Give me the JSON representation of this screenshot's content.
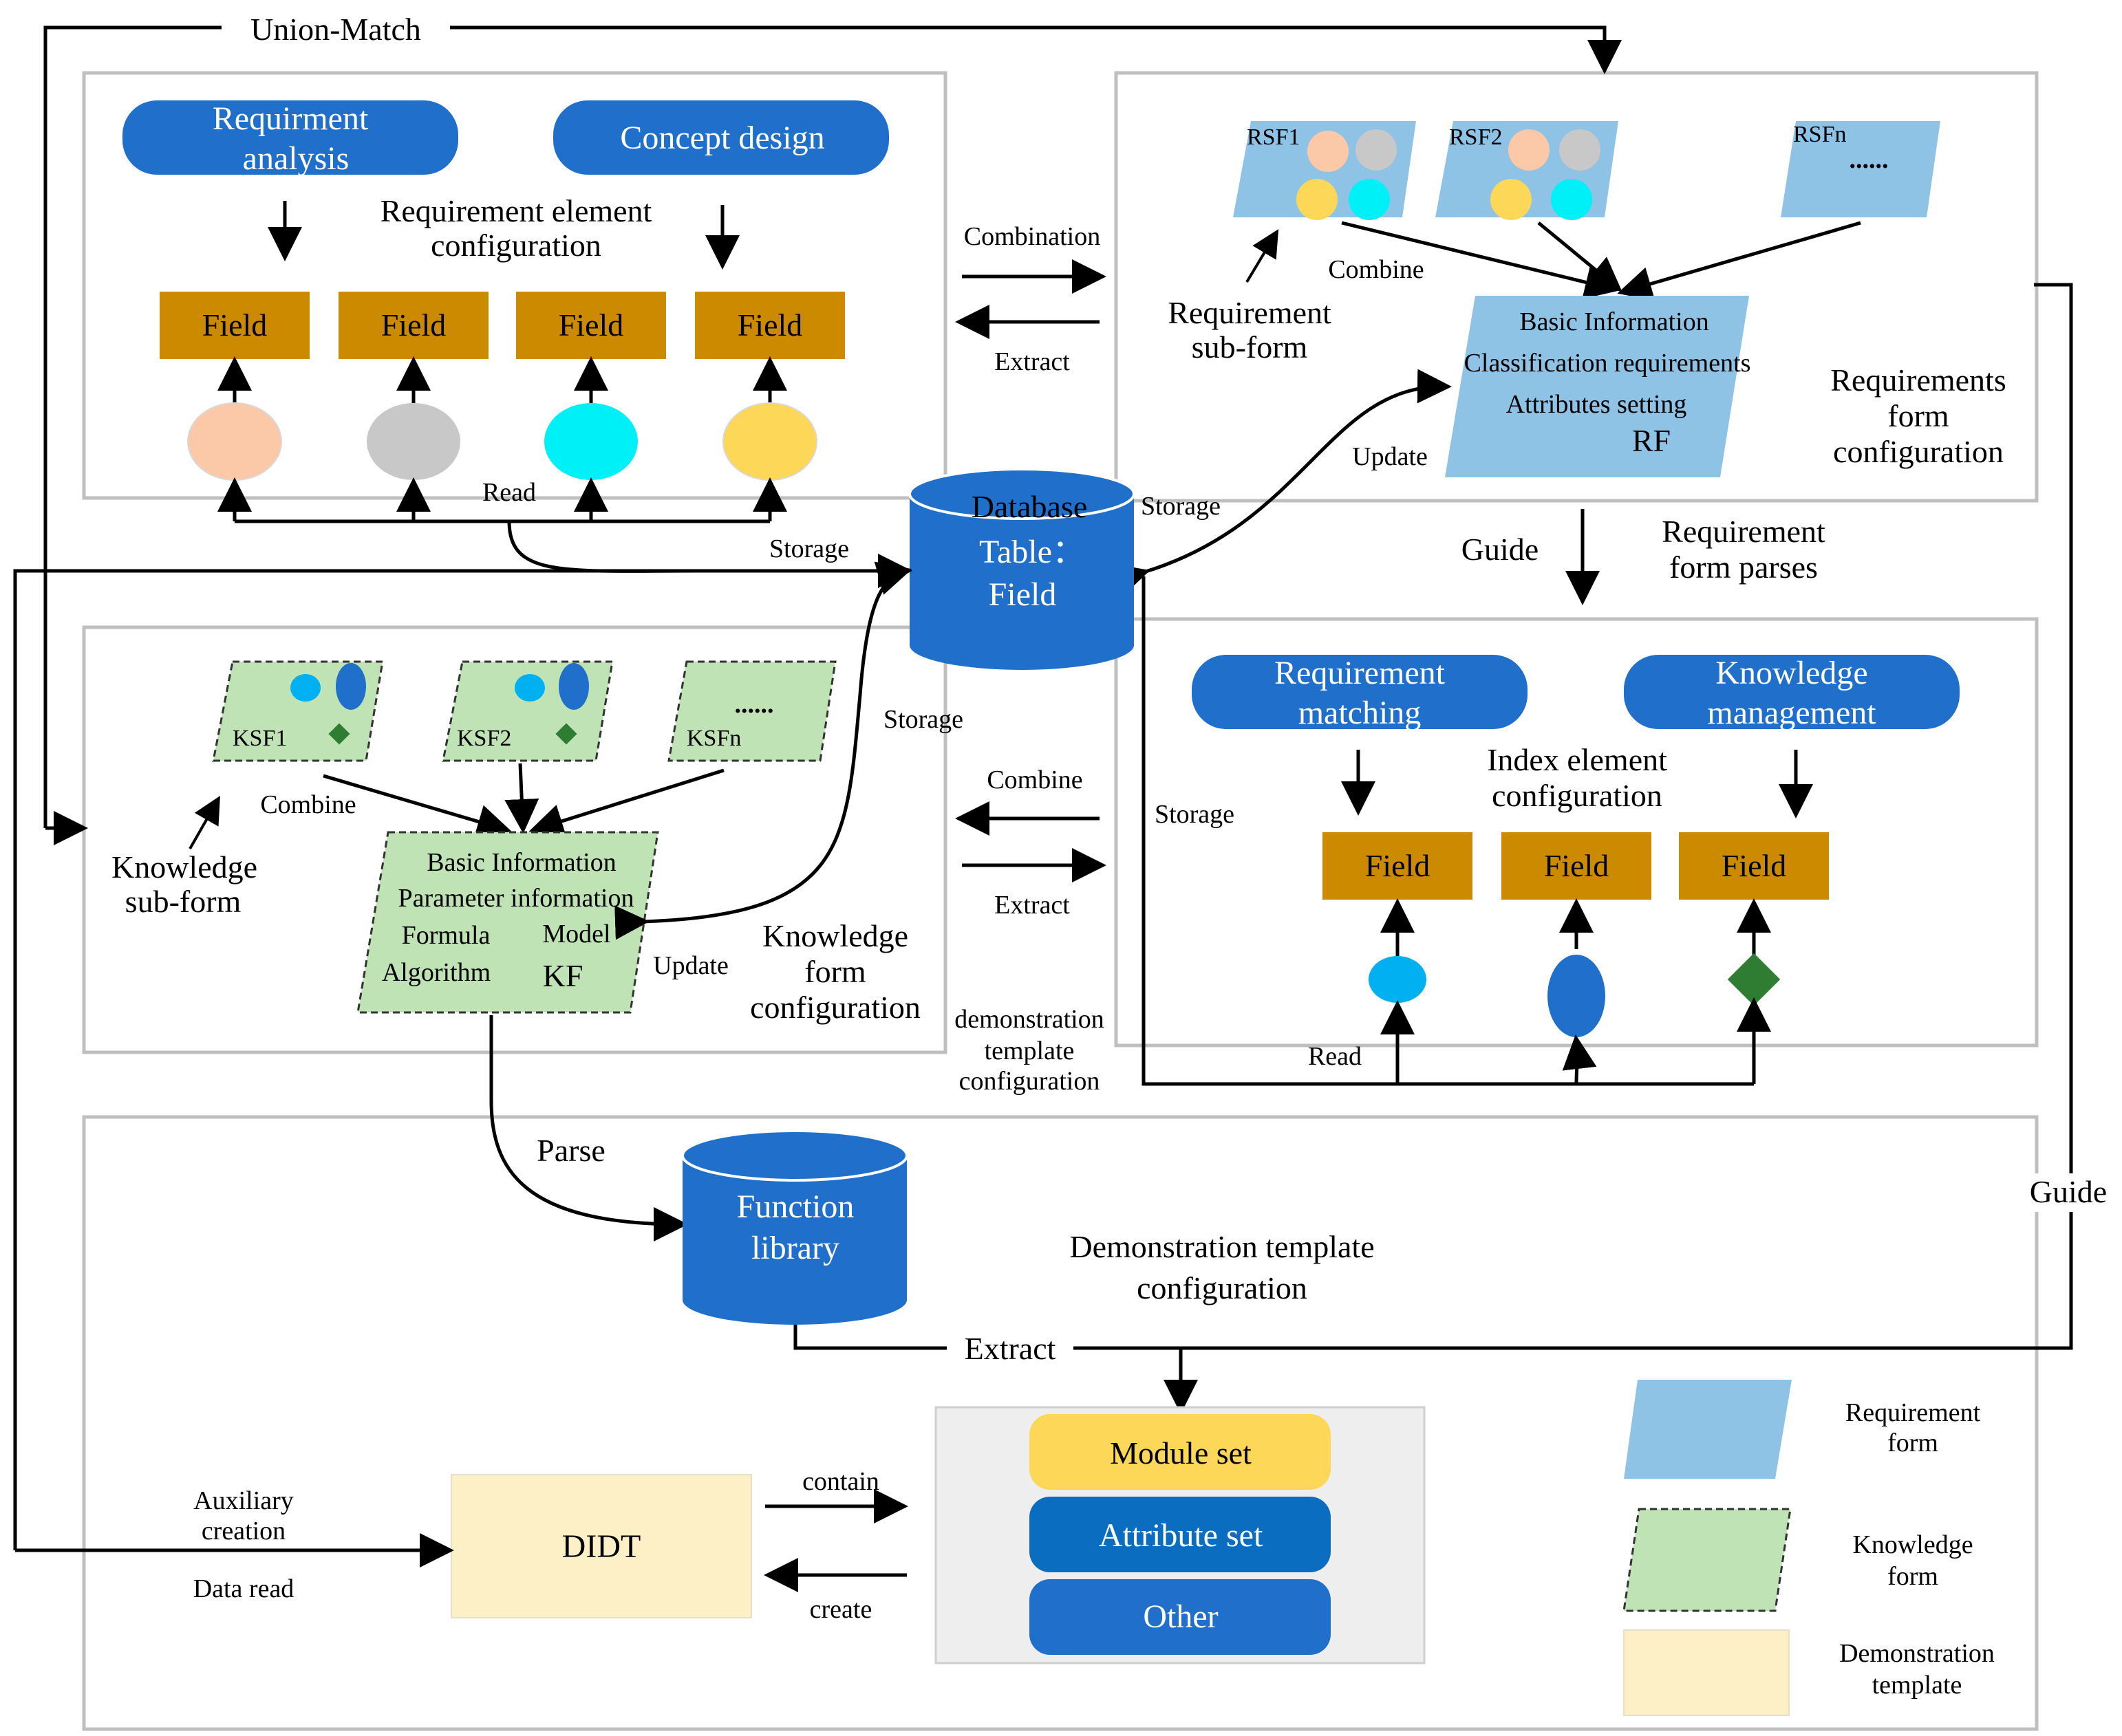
{
  "top_loop": {
    "label": "Union-Match"
  },
  "req_element_panel": {
    "pill_left": {
      "line1": "Requirment",
      "line2": "analysis"
    },
    "pill_right": "Concept design",
    "title_line1": "Requirement element",
    "title_line2": "configuration",
    "fields": [
      "Field",
      "Field",
      "Field",
      "Field"
    ],
    "read_label": "Read"
  },
  "center_links_top": {
    "combination": "Combination",
    "extract": "Extract"
  },
  "req_form_panel": {
    "subforms": [
      "RSF1",
      "RSF2",
      "RSFn"
    ],
    "ellipsis": "......",
    "combine": "Combine",
    "subform_label_line1": "Requirement",
    "subform_label_line2": "sub-form",
    "rf_lines": [
      "Basic Information",
      "Classification requirements",
      "Attributes setting"
    ],
    "rf_name": "RF",
    "update": "Update",
    "title_line1": "Requirements",
    "title_line2": "form",
    "title_line3": "configuration"
  },
  "database": {
    "line1": "Database",
    "line2": "Table：",
    "line3": "Field",
    "storage_right": "Storage",
    "storage_left": "Storage",
    "storage_mid": "Storage"
  },
  "guide_parse": {
    "guide": "Guide",
    "line1": "Requirement",
    "line2": "form parses"
  },
  "knowledge_panel": {
    "subforms": [
      "KSF1",
      "KSF2",
      "KSFn"
    ],
    "ellipsis": "......",
    "combine": "Combine",
    "subform_label_line1": "Knowledge",
    "subform_label_line2": "sub-form",
    "kf_lines": [
      "Basic Information",
      "Parameter information"
    ],
    "kf_formula": "Formula",
    "kf_model": "Model",
    "kf_algorithm": "Algorithm",
    "kf_name": "KF",
    "update": "Update",
    "title_line1": "Knowledge",
    "title_line2": "form",
    "title_line3": "configuration"
  },
  "center_links_mid": {
    "combine": "Combine",
    "extract": "Extract"
  },
  "index_panel": {
    "pill_left": {
      "line1": "Requirement",
      "line2": "matching"
    },
    "pill_right": {
      "line1": "Knowledge",
      "line2": "management"
    },
    "title_line1": "Index element",
    "title_line2": "configuration",
    "fields": [
      "Field",
      "Field",
      "Field"
    ],
    "read_label": "Read",
    "storage": "Storage"
  },
  "demo_config_label": {
    "line1": "demonstration",
    "line2": "template",
    "line3": "configuration"
  },
  "bottom_panel": {
    "parse": "Parse",
    "function_library_line1": "Function",
    "function_library_line2": "library",
    "title_line1": "Demonstration template",
    "title_line2": "configuration",
    "extract": "Extract",
    "guide": "Guide",
    "didt": "DIDT",
    "contain": "contain",
    "create": "create",
    "aux_line1": "Auxiliary",
    "aux_line2": "creation",
    "data_read": "Data read",
    "sets": [
      "Module set",
      "Attribute set",
      "Other"
    ]
  },
  "legend": [
    {
      "line1": "Requirement",
      "line2": "form"
    },
    {
      "line1": "Knowledge",
      "line2": "form"
    },
    {
      "line1": "Demonstration",
      "line2": "template"
    }
  ],
  "colors": {
    "pill_blue": "#1f6fcb",
    "field_gold": "#cc8a00",
    "req_form_blue": "#8fc3e6",
    "knowledge_green": "#bfe3b4",
    "demo_yellow": "#fdf0c6",
    "module_yellow": "#fdd757",
    "attribute_blue": "#0b6dbf",
    "peach": "#fcc9a8",
    "grey": "#c8c8c8",
    "cyan": "#00f0f8",
    "yellow": "#fdd757",
    "sky": "#00b0f0",
    "green_diamond": "#2e7d32"
  }
}
